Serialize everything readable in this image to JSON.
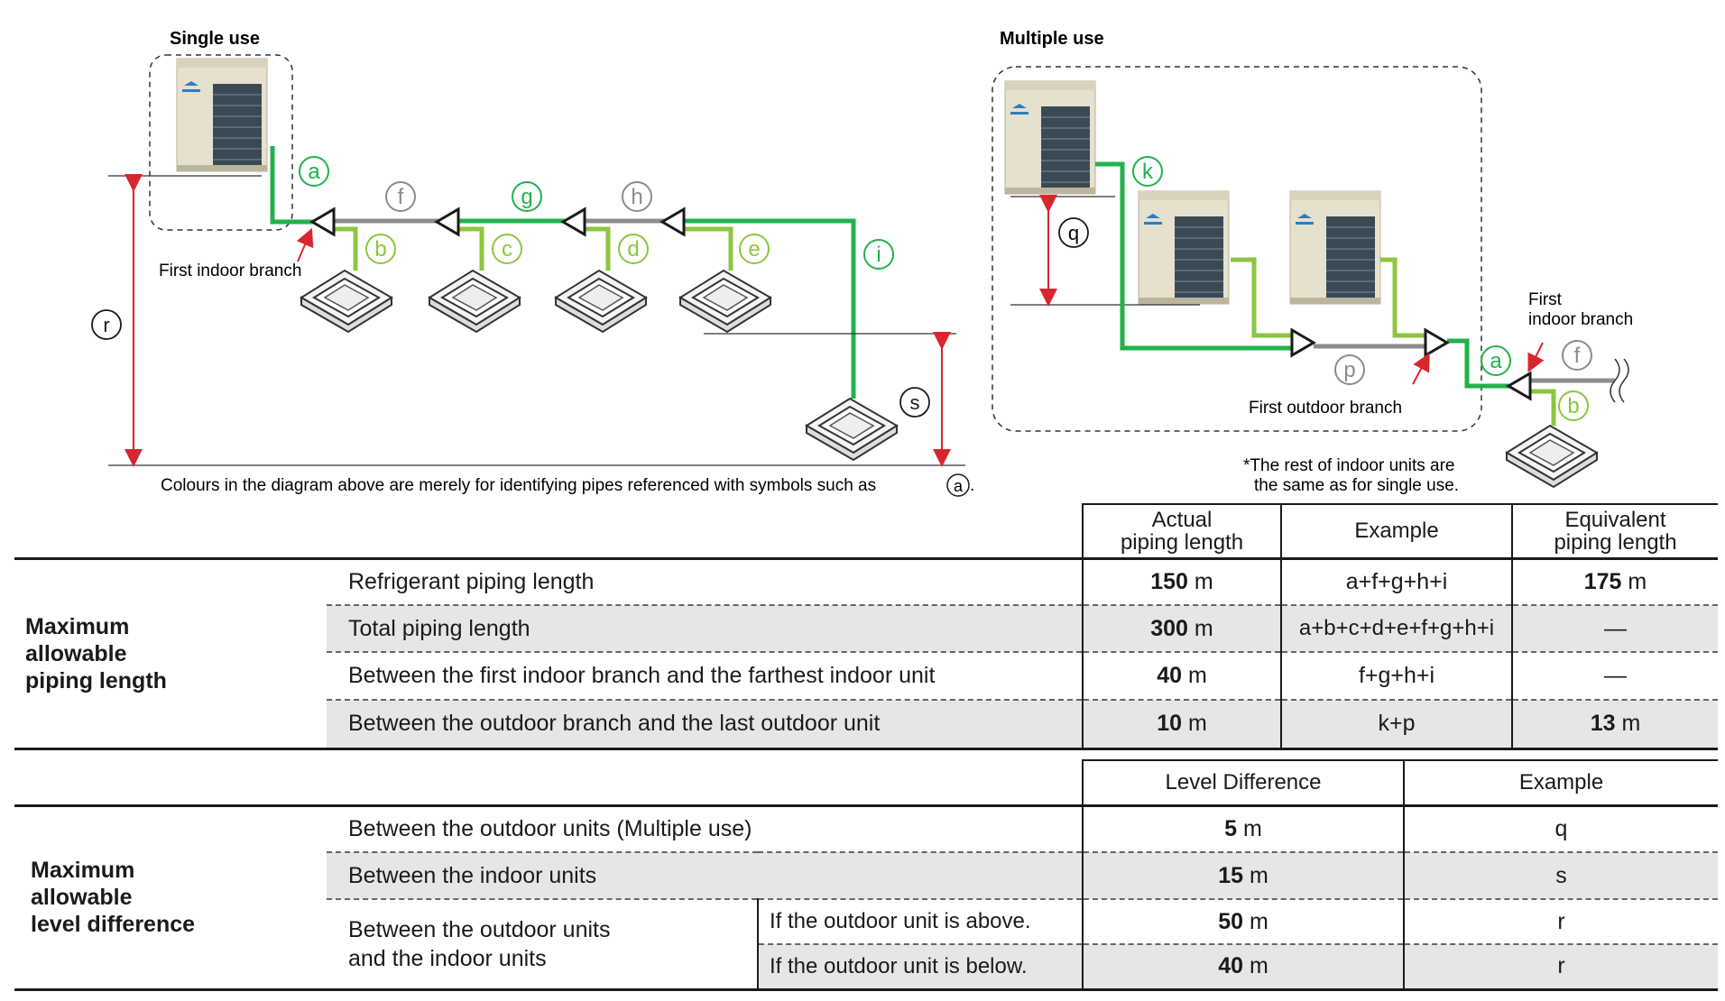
{
  "diagram": {
    "single_title": "Single use",
    "multiple_title": "Multiple use",
    "first_indoor_branch_left": "First indoor branch",
    "first_indoor_branch_right_line1": "First",
    "first_indoor_branch_right_line2": "indoor branch",
    "first_outdoor_branch": "First outdoor branch",
    "colour_note_before": "Colours in the diagram above are merely for identifying pipes referenced with symbols such as",
    "colour_note_after": ".",
    "rest_note_line1": "*The rest of indoor units are",
    "rest_note_line2": "the same as for single use.",
    "symbols": {
      "a": "a",
      "b": "b",
      "c": "c",
      "d": "d",
      "e": "e",
      "f": "f",
      "g": "g",
      "h": "h",
      "i": "i",
      "k": "k",
      "p": "p",
      "q": "q",
      "r": "r",
      "s": "s"
    },
    "colors": {
      "pipe_dark_green": "#22b14c",
      "pipe_light_green": "#8cc63f",
      "pipe_gray": "#8c8c8c",
      "dimension_red": "#d7262e"
    }
  },
  "piping_table": {
    "col_actual_line1": "Actual",
    "col_actual_line2": "piping length",
    "col_example": "Example",
    "col_equivalent_line1": "Equivalent",
    "col_equivalent_line2": "piping length",
    "group_line1": "Maximum",
    "group_line2": "allowable",
    "group_line3": "piping length",
    "rows": [
      {
        "label": "Refrigerant piping length",
        "actual_value": "150",
        "actual_unit": "m",
        "example": "a+f+g+h+i",
        "equiv_value": "175",
        "equiv_unit": "m"
      },
      {
        "label": "Total piping length",
        "actual_value": "300",
        "actual_unit": "m",
        "example": "a+b+c+d+e+f+g+h+i",
        "equiv_value": "—",
        "equiv_unit": ""
      },
      {
        "label": "Between the first indoor branch and the farthest indoor unit",
        "actual_value": "40",
        "actual_unit": "m",
        "example": "f+g+h+i",
        "equiv_value": "—",
        "equiv_unit": ""
      },
      {
        "label": "Between the outdoor branch and the last outdoor unit",
        "actual_value": "10",
        "actual_unit": "m",
        "example": "k+p",
        "equiv_value": "13",
        "equiv_unit": "m"
      }
    ]
  },
  "level_table": {
    "col_level": "Level Difference",
    "col_example": "Example",
    "group_line1": "Maximum",
    "group_line2": "allowable",
    "group_line3": "level difference",
    "rows": [
      {
        "label": "Between the outdoor units (Multiple use)",
        "value": "5",
        "unit": "m",
        "example": "q"
      },
      {
        "label": "Between the indoor units",
        "value": "15",
        "unit": "m",
        "example": "s"
      }
    ],
    "split_label_line1": "Between the outdoor units",
    "split_label_line2": "and the indoor units",
    "split_rows": [
      {
        "condition": "If the outdoor unit is above.",
        "value": "50",
        "unit": "m",
        "example": "r"
      },
      {
        "condition": "If the outdoor unit is below.",
        "value": "40",
        "unit": "m",
        "example": "r"
      }
    ]
  }
}
